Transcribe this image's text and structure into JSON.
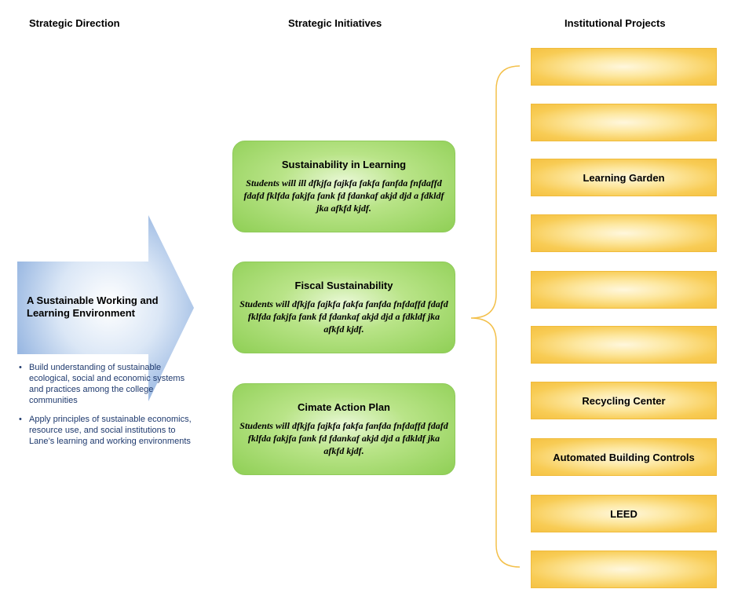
{
  "headers": {
    "direction": "Strategic Direction",
    "initiatives": "Strategic Initiatives",
    "projects": "Institutional Projects"
  },
  "direction": {
    "title": "A Sustainable Working and Learning Environment",
    "bullets": [
      "Build understanding of sustainable ecological, social and economic systems and practices among the college communities",
      "Apply principles of sustainable economics, resource use, and social institutions to Lane’s learning and working environments"
    ]
  },
  "initiatives": [
    {
      "title": "Sustainability in Learning",
      "body": "Students will ill dfkjfa fajkfa fakfa fanfda fnfdaffd fdafd fklfda fakjfa fank fd fdankaf akjd djd a fdkldf jka afkfd kjdf."
    },
    {
      "title": "Fiscal Sustainability",
      "body": "Students will dfkjfa fajkfa fakfa fanfda fnfdaffd fdafd fklfda fakjfa fank fd fdankaf akjd djd a fdkldf jka afkfd kjdf."
    },
    {
      "title": "Cimate Action Plan",
      "body": "Students will dfkjfa fajkfa fakfa fanfda fnfdaffd fdafd fklfda fakjfa fank fd fdankaf akjd djd a fdkldf jka afkfd kjdf."
    }
  ],
  "projects": [
    "",
    "",
    "Learning Garden",
    "",
    "",
    "",
    "Recycling Center",
    "Automated Building Controls",
    "LEED",
    ""
  ],
  "colors": {
    "arrow_light": "#ffffff",
    "arrow_dark": "#8aaedd",
    "green": "#8fcf55",
    "gold": "#f5c244",
    "brace": "#f3c04a",
    "bullet_text": "#1f3a6e"
  }
}
